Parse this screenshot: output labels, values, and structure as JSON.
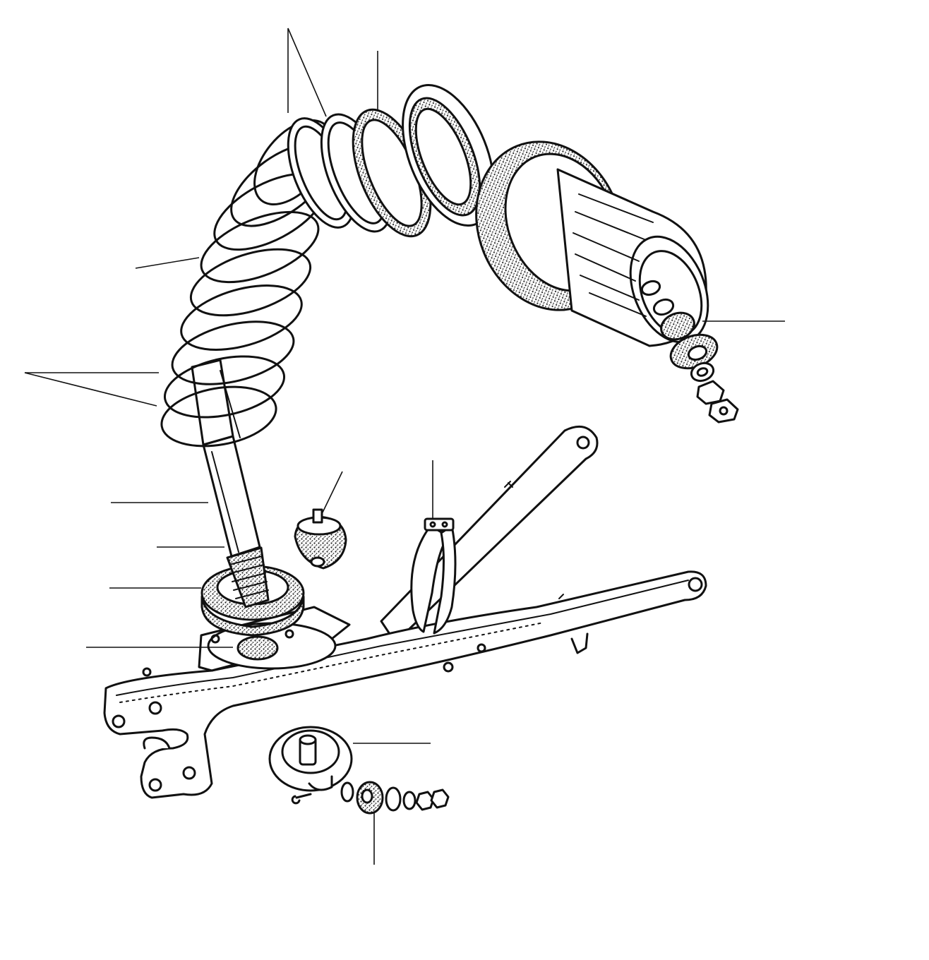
{
  "diagram": {
    "ink_color": "#111111",
    "background_color": "#ffffff",
    "parts": [
      {
        "id": "coil-spring",
        "icon": "coil-spring-icon"
      },
      {
        "id": "spring-insulators",
        "icon": "ring-icon"
      },
      {
        "id": "upper-spring-seat",
        "icon": "spring-seat-icon"
      },
      {
        "id": "upper-mount-bushing",
        "icon": "bushing-icon"
      },
      {
        "id": "shock-absorber",
        "icon": "shock-absorber-icon"
      },
      {
        "id": "dust-boot",
        "icon": "bellows-icon"
      },
      {
        "id": "lower-spring-seat",
        "icon": "spring-seat-icon"
      },
      {
        "id": "lower-mount",
        "icon": "mount-icon"
      },
      {
        "id": "bump-stop",
        "icon": "bump-stop-icon"
      },
      {
        "id": "strap-bracket",
        "icon": "bracket-icon"
      },
      {
        "id": "trailing-arm",
        "icon": "trailing-arm-icon"
      },
      {
        "id": "arm-bracket",
        "icon": "bracket-icon"
      },
      {
        "id": "bushing-hardware",
        "icon": "nut-washer-icon"
      }
    ]
  }
}
